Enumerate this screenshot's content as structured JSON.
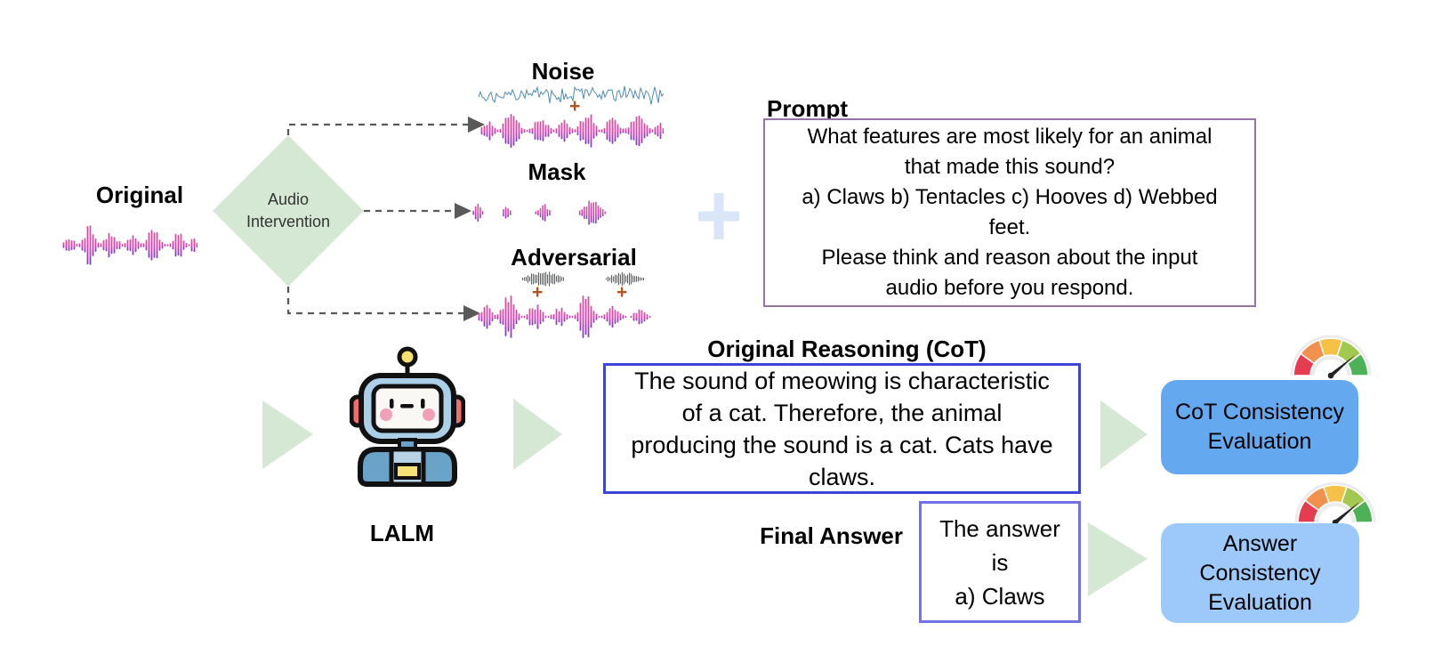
{
  "labels": {
    "original": "Original",
    "intervention": "Audio\nIntervention",
    "noise": "Noise",
    "mask": "Mask",
    "adversarial": "Adversarial",
    "plus_small": "+",
    "model": "LALM",
    "reasoning_title": "Original Reasoning (CoT)",
    "final_answer": "Final Answer"
  },
  "prompt": {
    "title": "Prompt",
    "text": "What features are most likely for an animal\nthat made this sound?\na) Claws b) Tentacles c) Hooves d) Webbed\nfeet.\nPlease think and reason about the input\naudio before you respond."
  },
  "reasoning": {
    "text": "The sound of meowing is characteristic\nof a cat. Therefore, the animal\nproducing the sound is a cat. Cats have\nclaws."
  },
  "final_answer": {
    "text": "The answer\nis\na) Claws"
  },
  "evaluation": {
    "cot": "CoT Consistency\nEvaluation",
    "answer": "Answer\nConsistency\nEvaluation"
  },
  "colors": {
    "flow_green": "#d5e8d4",
    "dash_gray": "#595959",
    "wave_pink_top": "#c9549d",
    "wave_pink_mid": "#e643ac",
    "wave_purple_bottom": "#7a3bbd",
    "noise_blue": "#4e8bb5",
    "perturb_gray": "#5a6066",
    "plus_orange": "#b3541e",
    "big_plus_blue": "#d9e6f8",
    "prompt_border": "#9673a6",
    "reasoning_border": "#3c47d8",
    "answer_border": "#7272e8",
    "eval_cot_fill": "#64a9f0",
    "eval_answer_fill": "#9dc9fa",
    "gauge_segments": [
      "#e63c50",
      "#f2914e",
      "#f7c148",
      "#a2c94f",
      "#4db158"
    ]
  }
}
